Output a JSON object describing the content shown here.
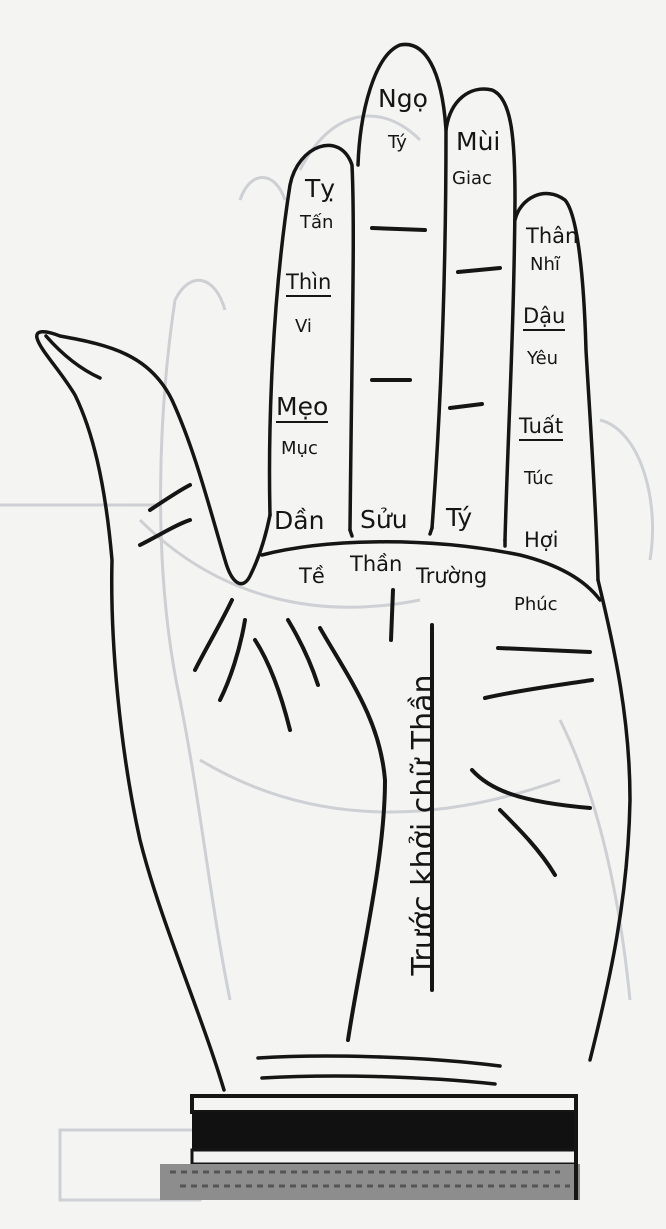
{
  "fingers": {
    "index": {
      "top": "Tỵ",
      "seg1_caption": "Tấn",
      "mid": "Thìn",
      "seg2_caption": "Vi",
      "low": "Mẹo",
      "seg3_caption": "Mục",
      "base": "Dần"
    },
    "middle": {
      "top": "Ngọ",
      "top_caption": "Tý",
      "base": "Sửu"
    },
    "ring": {
      "top": "Mùi",
      "top_caption": "Giac",
      "base": "Tý"
    },
    "little": {
      "top": "Thân",
      "seg1_caption": "Nhĩ",
      "mid": "Dậu",
      "seg2_caption": "Yêu",
      "low": "Tuất",
      "seg3_caption": "Túc",
      "base": "Hợi"
    }
  },
  "palm_arc": {
    "left": "Tề",
    "center": "Thần",
    "right": "Trường",
    "far_right": "Phúc"
  },
  "palm_vertical_text": "Trước khởi chữ Thần",
  "colors": {
    "ink": "#151515",
    "paper": "#f4f4f2",
    "ghost": "#c9ccd0"
  }
}
